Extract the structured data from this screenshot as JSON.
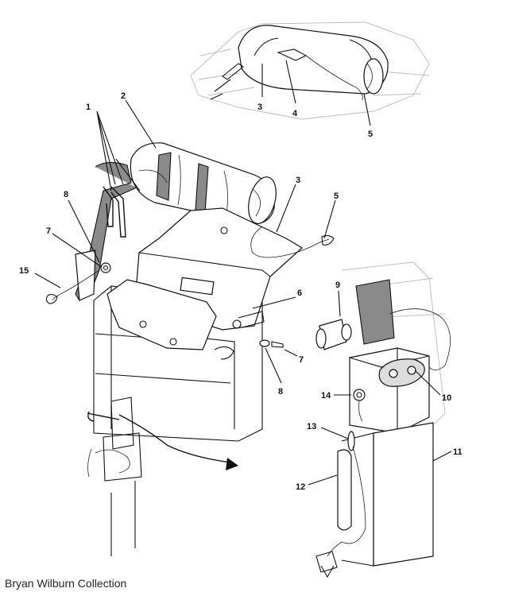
{
  "diagram": {
    "callouts": [
      {
        "id": "c1",
        "text": "1"
      },
      {
        "id": "c2",
        "text": "2"
      },
      {
        "id": "c3a",
        "text": "3"
      },
      {
        "id": "c4",
        "text": "4"
      },
      {
        "id": "c5a",
        "text": "5"
      },
      {
        "id": "c3b",
        "text": "3"
      },
      {
        "id": "c5b",
        "text": "5"
      },
      {
        "id": "c8a",
        "text": "8"
      },
      {
        "id": "c7a",
        "text": "7"
      },
      {
        "id": "c15",
        "text": "15"
      },
      {
        "id": "c6",
        "text": "6"
      },
      {
        "id": "c7b",
        "text": "7"
      },
      {
        "id": "c8b",
        "text": "8"
      },
      {
        "id": "c9",
        "text": "9"
      },
      {
        "id": "c10",
        "text": "10"
      },
      {
        "id": "c14",
        "text": "14"
      },
      {
        "id": "c13",
        "text": "13"
      },
      {
        "id": "c11",
        "text": "11"
      },
      {
        "id": "c12",
        "text": "12"
      }
    ],
    "credit": "Bryan Wilburn Collection"
  }
}
